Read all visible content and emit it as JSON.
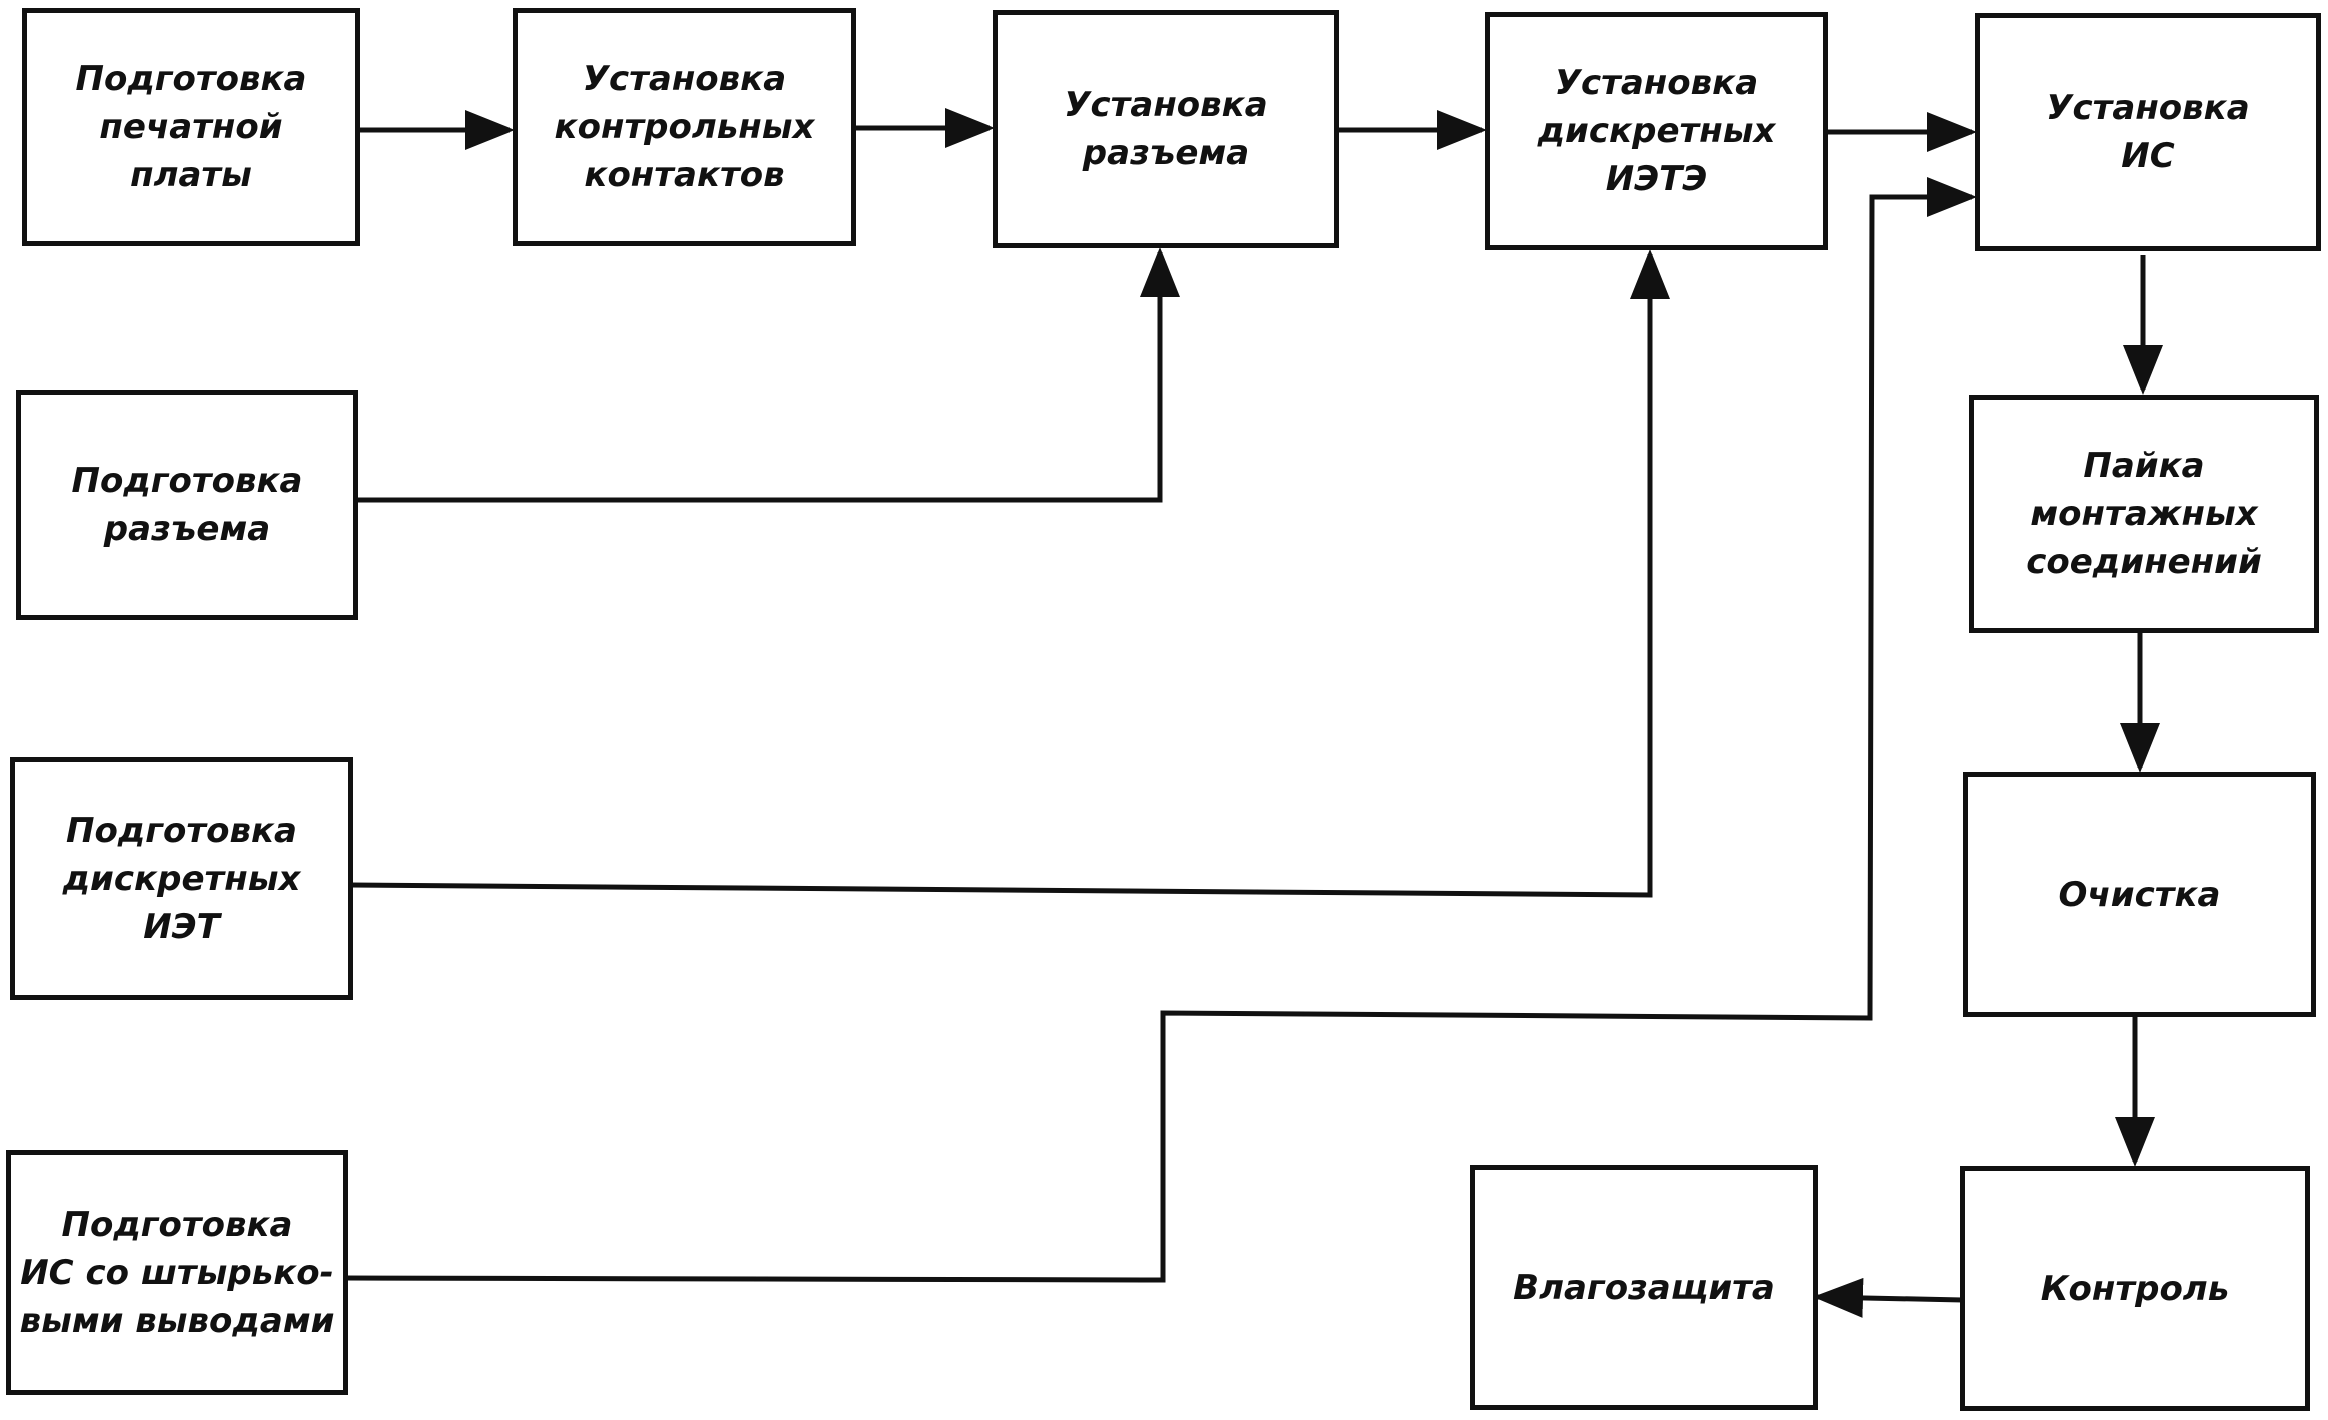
{
  "boxes": {
    "pcb_prep": "Подготовка\nпечатной\nплаты",
    "contacts_install": "Установка\nконтрольных\nконтактов",
    "connector_install": "Установка\nразъема",
    "discrete_install": "Установка\nдискретных\nИЭТЭ",
    "ic_install": "Установка\nИС",
    "connector_prep": "Подготовка\nразъема",
    "discrete_prep": "Подготовка\nдискретных\nИЭТ",
    "ic_prep": "Подготовка\nИС со штырько-\nвыми выводами",
    "soldering": "Пайка\nмонтажных\nсоединений",
    "cleaning": "Очистка",
    "control": "Контроль",
    "moisture_protection": "Влагозащита"
  }
}
